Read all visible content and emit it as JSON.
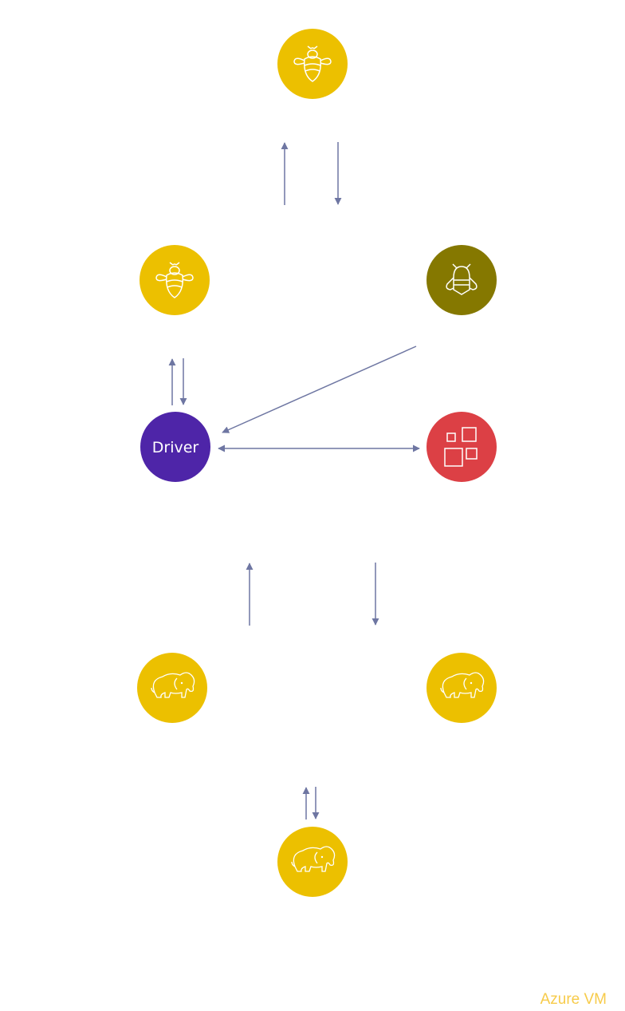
{
  "colors": {
    "yellow": "#ECC000",
    "olive": "#857800",
    "purple": "#4E25A8",
    "red": "#DC4045",
    "arrow": "#6E76A2",
    "footer": "#F7CB4A"
  },
  "nodes": [
    {
      "id": "hive-top",
      "icon": "bee-icon"
    },
    {
      "id": "hive-left",
      "icon": "bee-icon"
    },
    {
      "id": "hive-right",
      "icon": "bee-outline-icon"
    },
    {
      "id": "driver",
      "label": "Driver"
    },
    {
      "id": "blocks",
      "icon": "blocks-icon"
    },
    {
      "id": "hadoop-left",
      "icon": "elephant-icon"
    },
    {
      "id": "hadoop-right",
      "icon": "elephant-icon"
    },
    {
      "id": "hadoop-bottom",
      "icon": "elephant-icon"
    }
  ],
  "footer": "Azure VM"
}
